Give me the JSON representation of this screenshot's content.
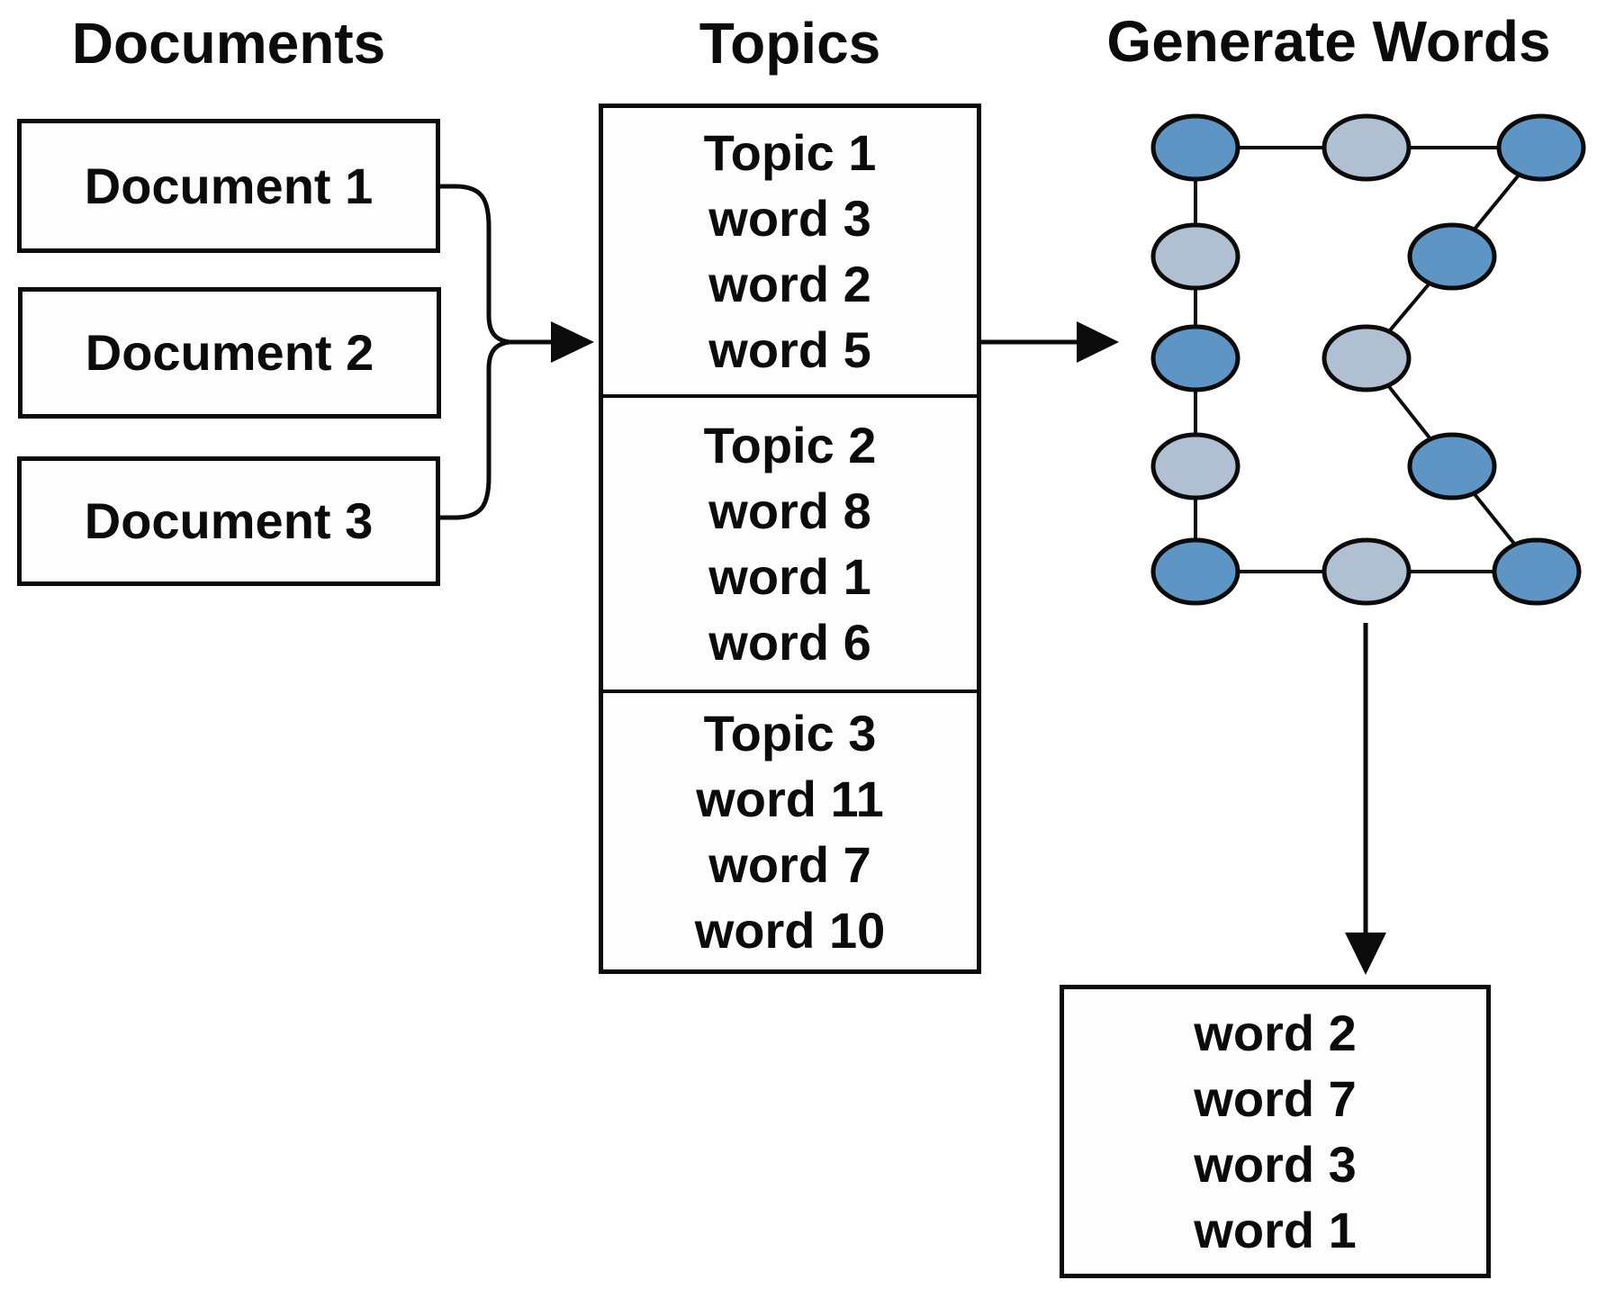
{
  "documents": {
    "title": "Documents",
    "boxes": [
      "Document 1",
      "Document 2",
      "Document 3"
    ]
  },
  "topics": {
    "title": "Topics",
    "sections": [
      {
        "name": "Topic 1",
        "words": [
          "word 3",
          "word 2",
          "word 5"
        ]
      },
      {
        "name": "Topic 2",
        "words": [
          "word 8",
          "word 1",
          "word 6"
        ]
      },
      {
        "name": "Topic 3",
        "words": [
          "word 11",
          "word 7",
          "word 10"
        ]
      }
    ]
  },
  "generate": {
    "title": "Generate Words",
    "output_words": [
      "word 2",
      "word 7",
      "word 3",
      "word 1"
    ]
  },
  "colors": {
    "node_dark": "#5e95c5",
    "node_light": "#b0c0d2",
    "line": "#0b0b0b"
  }
}
